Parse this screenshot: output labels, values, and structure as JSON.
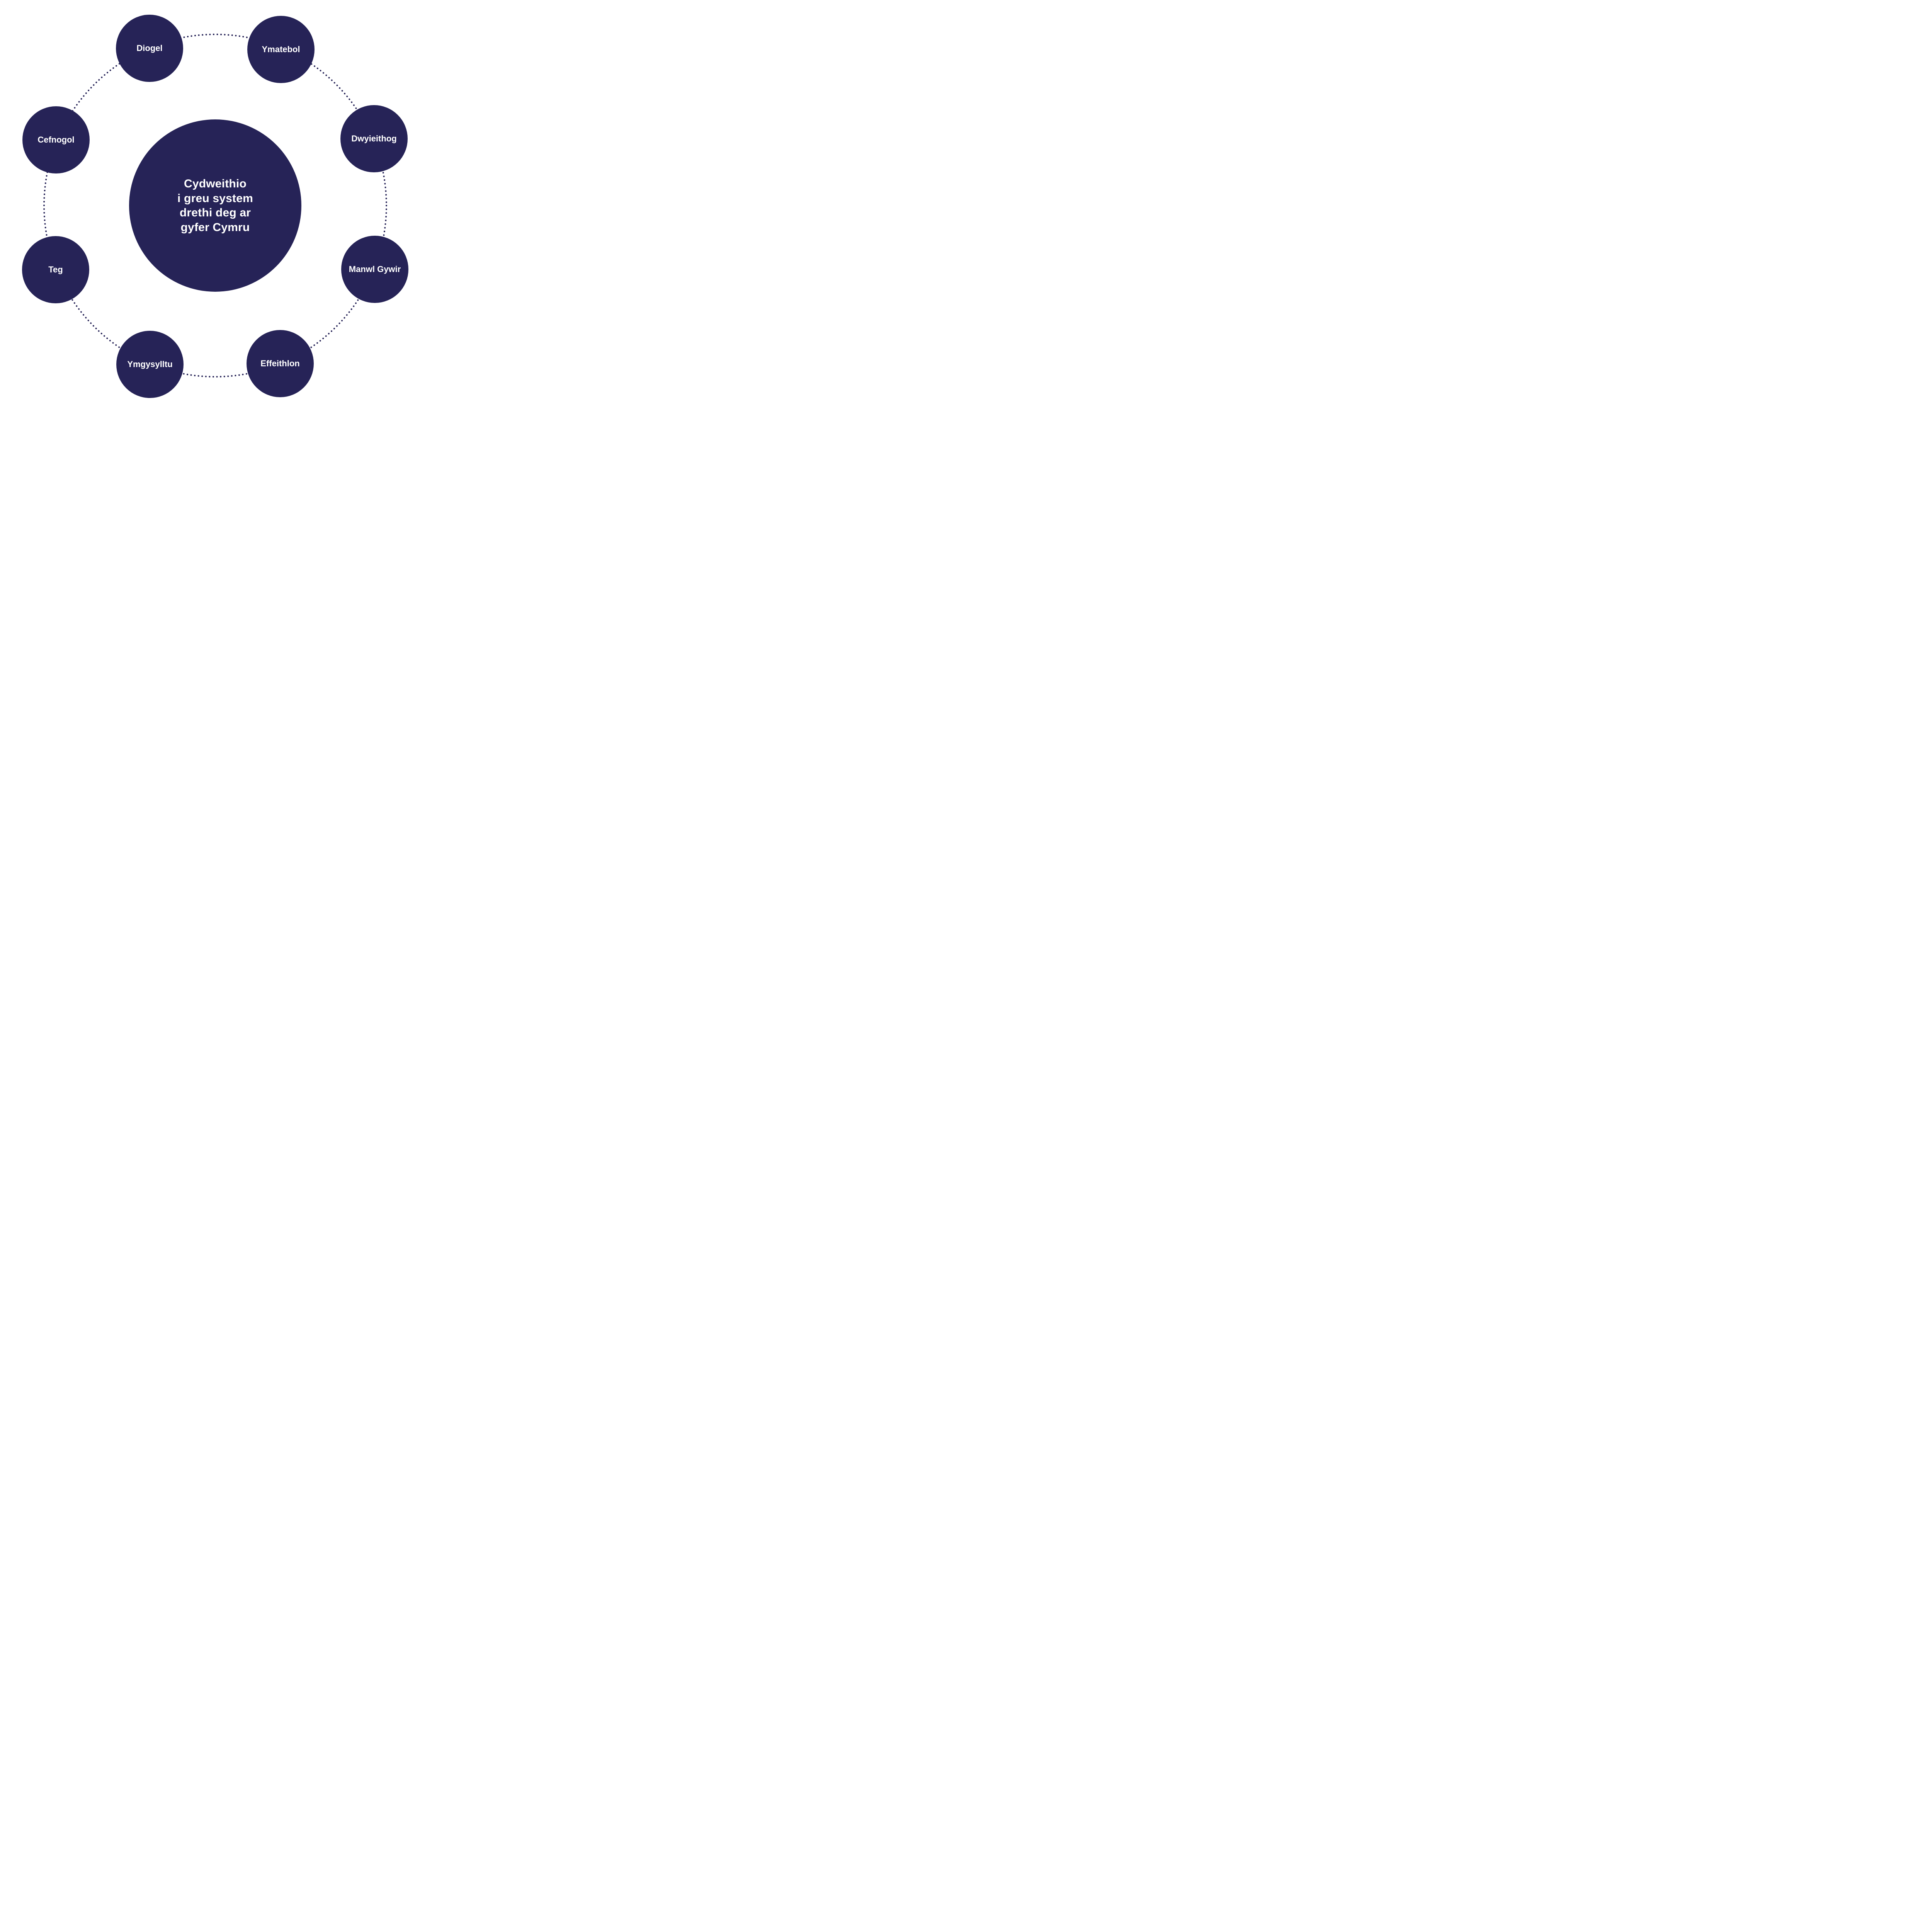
{
  "diagram": {
    "title": "Cydweithio i greu system drethi deg ar gyfer Cymru",
    "colors": {
      "circle_fill": "#262357",
      "text": "#ffffff",
      "background": "#ffffff",
      "dotted_ring": "#262357"
    },
    "center": {
      "lines": {
        "0": "Cydweithio",
        "1": "i greu system",
        "2": "drethi deg ar",
        "3": "gyfer Cymru"
      }
    },
    "satellites": {
      "0": {
        "label": "Diogel"
      },
      "1": {
        "label": "Ymatebol"
      },
      "2": {
        "label": "Dwyieithog"
      },
      "3": {
        "label": "Manwl Gywir"
      },
      "4": {
        "label": "Effeithlon"
      },
      "5": {
        "label": "Ymgysylltu"
      },
      "6": {
        "label": "Teg"
      },
      "7": {
        "label": "Cefnogol"
      }
    }
  }
}
